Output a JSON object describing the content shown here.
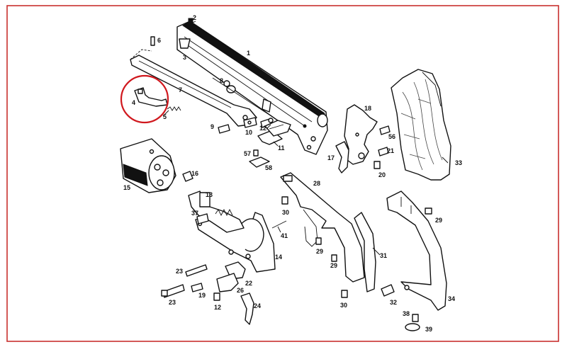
{
  "figure": {
    "border_color": "#c8302e",
    "highlight_color": "#d0181e",
    "highlighted_part": "4"
  },
  "labels": {
    "p1": "1",
    "p2": "2",
    "p3": "3",
    "p4": "4",
    "p5": "5",
    "p6": "6",
    "p7": "7",
    "p8": "8",
    "p9": "9",
    "p10": "10",
    "p11": "11",
    "p12a": "12",
    "p12b": "12",
    "p13": "13",
    "p14": "14",
    "p15": "15",
    "p16": "16",
    "p17": "17",
    "p18": "18",
    "p19": "19",
    "p20": "20",
    "p21": "21",
    "p22": "22",
    "p23a": "23",
    "p23b": "23",
    "p24": "24",
    "p26": "26",
    "p28": "28",
    "p29a": "29",
    "p29b": "29",
    "p29c": "29",
    "p30a": "30",
    "p30b": "30",
    "p31": "31",
    "p32": "32",
    "p33": "33",
    "p34": "34",
    "p37": "37",
    "p38": "38",
    "p39": "39",
    "p41": "41",
    "p56": "56",
    "p57": "57",
    "p58": "58"
  }
}
